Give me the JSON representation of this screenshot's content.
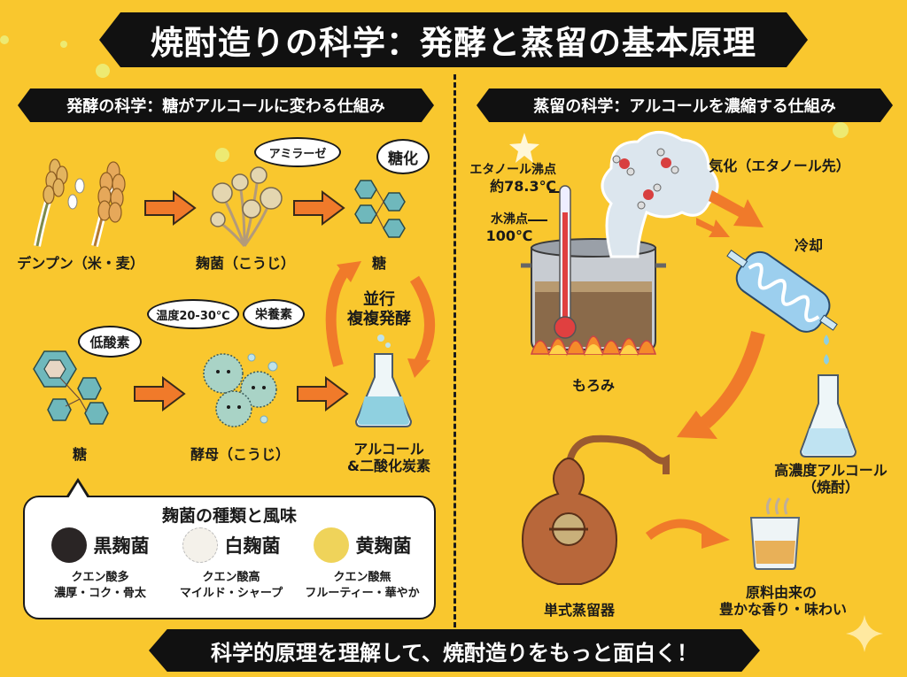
{
  "title": "焼酎造りの科学：発酵と蒸留の基本原理",
  "footer": "科学的原理を理解して、焼酎造りをもっと面白く！",
  "colors": {
    "background": "#F9C72E",
    "banner": "#111111",
    "arrow": "#F07A2A",
    "hexagon": "#6FB8BC",
    "copper": "#B8673A",
    "steam": "#DCE6EE",
    "liquid": "#8FD0E0"
  },
  "fermentation": {
    "heading": "発酵の科学：糖がアルコールに変わる仕組み",
    "steps": {
      "starch": "デンプン（米・麦）",
      "koji": "麹菌（こうじ）",
      "sugar_top": "糖",
      "sugar_bottom": "糖",
      "yeast": "酵母（こうじ）",
      "alcohol_line1": "アルコール",
      "alcohol_line2": "&二酸化炭素"
    },
    "bubbles": {
      "amylase": "アミラーゼ",
      "saccharification": "糖化",
      "low_oxygen": "低酸素",
      "temperature": "温度20-30℃",
      "nutrients": "栄養素"
    },
    "cycle_label_line1": "並行",
    "cycle_label_line2": "複複発酵"
  },
  "koji_types": {
    "title": "麹菌の種類と風味",
    "items": [
      {
        "name": "黒麹菌",
        "color": "#2a2525",
        "desc_line1": "クエン酸多",
        "desc_line2": "濃厚・コク・骨太"
      },
      {
        "name": "白麹菌",
        "color": "#f4f1ea",
        "desc_line1": "クエン酸高",
        "desc_line2": "マイルド・シャープ"
      },
      {
        "name": "黄麹菌",
        "color": "#EFD35A",
        "desc_line1": "クエン酸無",
        "desc_line2": "フルーティー・華やか"
      }
    ]
  },
  "distillation": {
    "heading": "蒸留の科学：アルコールを濃縮する仕組み",
    "ethanol_bp_line1": "エタノール沸点",
    "ethanol_bp_line2": "約78.3℃",
    "water_bp_line1": "水沸点",
    "water_bp_line2": "100℃",
    "moromi": "もろみ",
    "vaporize": "気化（エタノール先）",
    "cooling": "冷却",
    "high_alcohol_line1": "高濃度アルコール",
    "high_alcohol_line2": "（焼酎）",
    "pot_still": "単式蒸留器",
    "aroma_line1": "原料由来の",
    "aroma_line2": "豊かな香り・味わい"
  }
}
